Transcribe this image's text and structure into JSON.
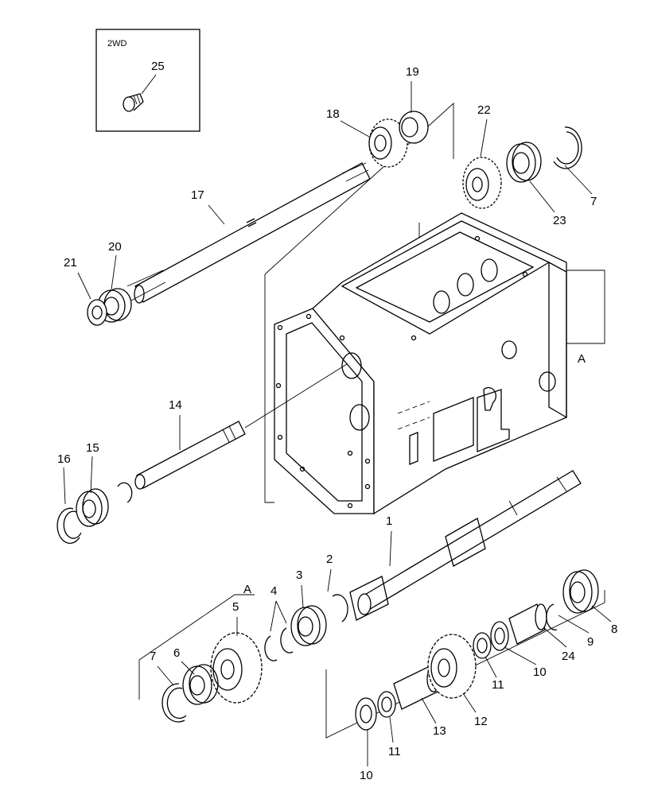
{
  "inset": {
    "label": "2WD",
    "part": "25"
  },
  "section_marker": "A",
  "callouts": {
    "p1": "1",
    "p2": "2",
    "p3": "3",
    "p4": "4",
    "p5": "5",
    "p6": "6",
    "p7a": "7",
    "p7b": "7",
    "p8": "8",
    "p9": "9",
    "p10a": "10",
    "p10b": "10",
    "p11a": "11",
    "p11b": "11",
    "p12": "12",
    "p13": "13",
    "p14": "14",
    "p15": "15",
    "p16": "16",
    "p17": "17",
    "p18": "18",
    "p19": "19",
    "p20": "20",
    "p21": "21",
    "p22": "22",
    "p23": "23",
    "p24": "24"
  },
  "colors": {
    "ink": "#000000",
    "paper": "#ffffff"
  }
}
